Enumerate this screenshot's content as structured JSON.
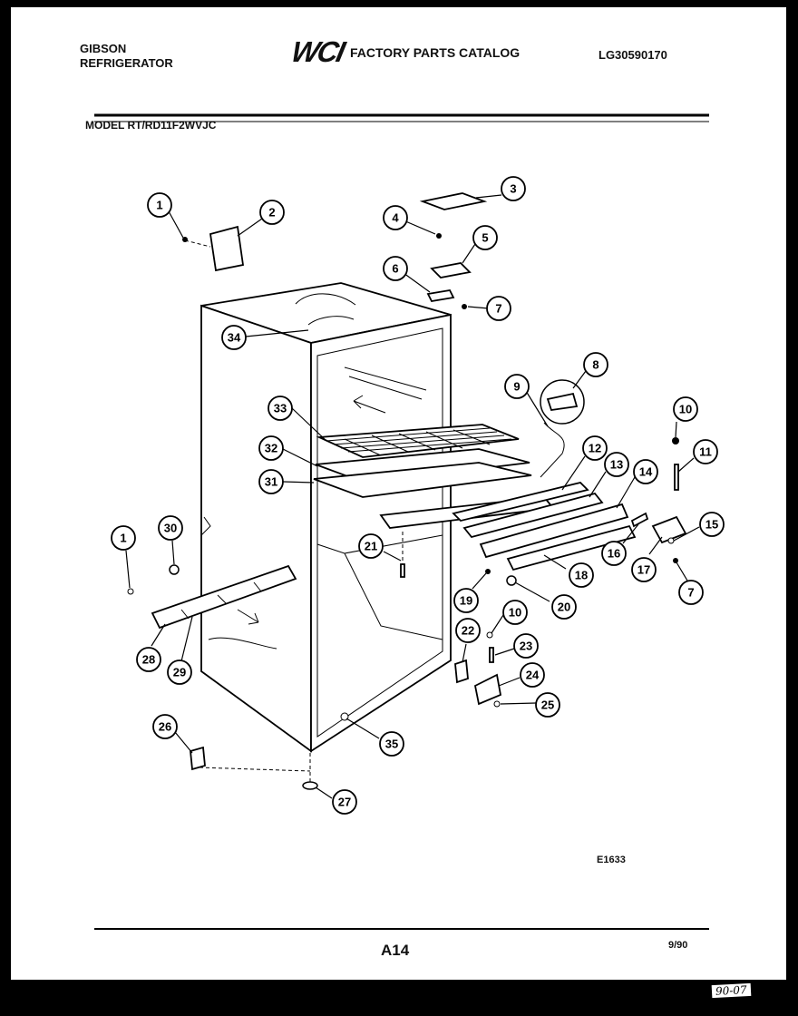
{
  "header": {
    "brand_line1": "GIBSON",
    "brand_line2": "REFRIGERATOR",
    "logo": "WCI",
    "catalog_title": "FACTORY PARTS CATALOG",
    "part_number": "LG30590170",
    "model": "MODEL RT/RD11F2WVJC"
  },
  "footer": {
    "figure_code": "E1633",
    "page": "A14",
    "date": "9/90",
    "handwritten_note": "90-07"
  },
  "callouts": [
    "1",
    "2",
    "3",
    "4",
    "5",
    "6",
    "7",
    "34",
    "8",
    "9",
    "33",
    "10",
    "32",
    "12",
    "11",
    "31",
    "13",
    "14",
    "15",
    "30",
    "1",
    "21",
    "16",
    "17",
    "18",
    "19",
    "20",
    "7",
    "10",
    "28",
    "29",
    "22",
    "23",
    "24",
    "25",
    "26",
    "35",
    "27"
  ],
  "colors": {
    "line": "#000000",
    "paper": "#ffffff",
    "background": "#000000"
  }
}
